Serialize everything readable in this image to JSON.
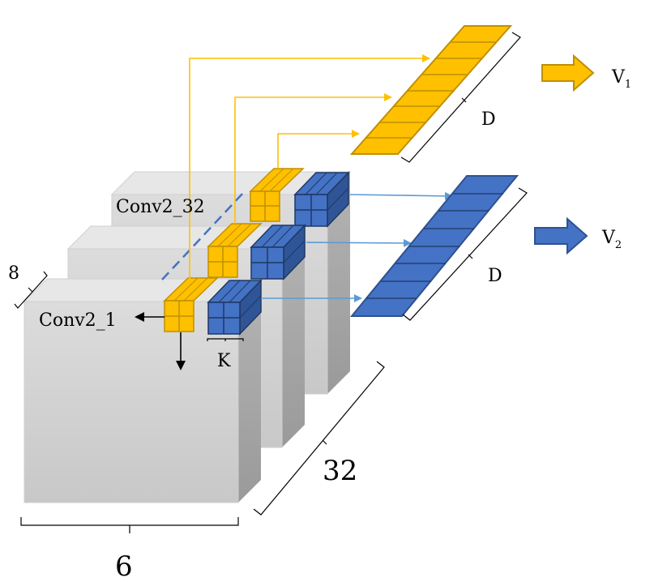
{
  "labels": {
    "conv_first": "Conv2_1",
    "conv_last": "Conv2_32",
    "depth_channels": "8",
    "count": "32",
    "width": "6",
    "kernel": "K",
    "dim_top": "D",
    "dim_bottom": "D",
    "v1_base": "V",
    "v1_sub": "1",
    "v2_base": "V",
    "v2_sub": "2"
  },
  "colors": {
    "gold": "#FFC000",
    "gold_dark": "#BF9000",
    "blue": "#4472C4",
    "blue_dark": "#2F528F",
    "gray_front": "#D9D9D9",
    "gray_side": "#A6A6A6",
    "gray_top": "#E7E7E7",
    "arrow_gold": "#FFC000",
    "arrow_blue": "#5B9BD5"
  }
}
